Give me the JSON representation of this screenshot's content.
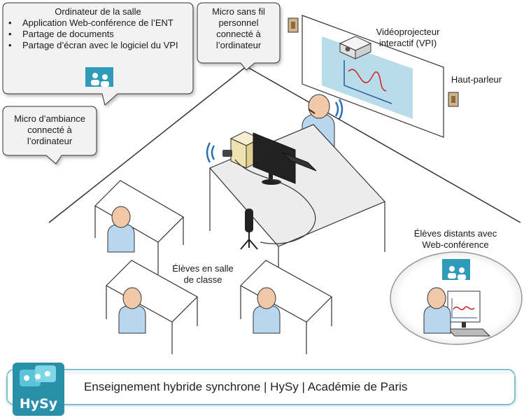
{
  "bubbles": {
    "computer": {
      "title": "Ordinateur de la salle",
      "items": [
        "Application Web-conférence de l’ENT",
        "Partage de documents",
        "Partage d’écran avec le logiciel du VPI"
      ]
    },
    "wireless_mic": [
      "Micro sans fil",
      "personnel",
      "connecté à",
      "l’ordinateur"
    ],
    "ambient_mic": [
      "Micro d’ambiance",
      "connecté à",
      "l’ordinateur"
    ]
  },
  "labels": {
    "projector": [
      "Vidéoprojecteur",
      "interactif (VPI)"
    ],
    "speaker": "Haut-parleur",
    "classroom_students": [
      "Élèves en salle",
      "de classe"
    ],
    "remote_students": [
      "Élèves distants avec",
      "Web-conférence"
    ]
  },
  "footer": {
    "title": "Enseignement hybride synchrone | HySy | Académie de Paris",
    "logo": "HySy"
  },
  "colors": {
    "accent": "#2e9bb8",
    "screen": "#b8dcea",
    "skin": "#f2c9a8",
    "shirt": "#b8d6ee",
    "bubble": "#f2f2f2"
  }
}
